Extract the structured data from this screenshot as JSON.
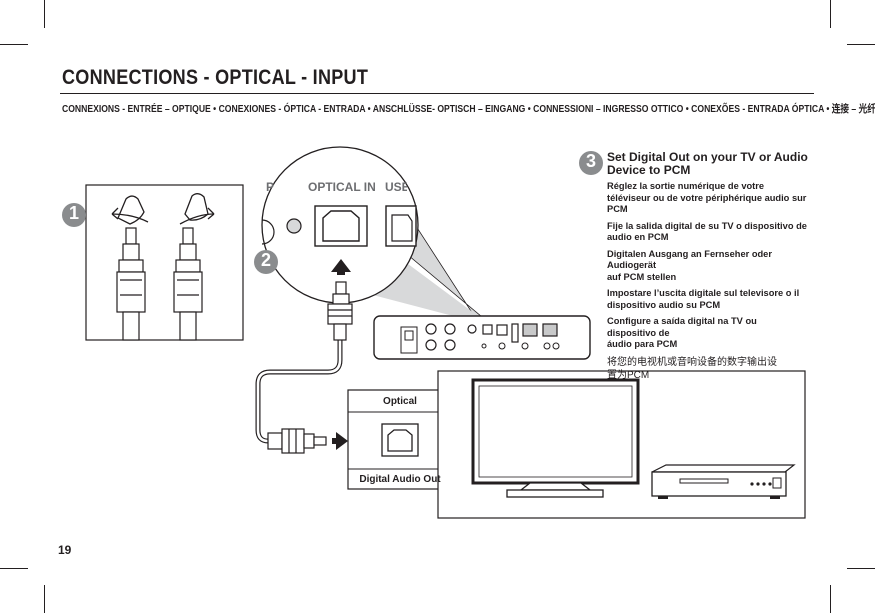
{
  "page": {
    "title": "CONNECTIONS - OPTICAL - INPUT",
    "subtitle": "CONNEXIONS - ENTRÉE – OPTIQUE • CONEXIONES - ÓPTICA - ENTRADA • ANSCHLÜSSE- OPTISCH – EINGANG • CONNESSIONI – INGRESSO OTTICO • CONEXÕES - ENTRADA ÓPTICA • 连接 – 光纤 – 输入",
    "page_number": "19"
  },
  "diagram": {
    "step_badges": [
      "1",
      "2",
      "3"
    ],
    "port_labels": {
      "left_partial": "P",
      "optical_in": "OPTICAL IN",
      "usb_partial": "USE"
    },
    "source_port": {
      "top_label": "Optical",
      "bottom_label": "Digital Audio Out"
    }
  },
  "step3": {
    "heading": "Set Digital Out on your TV or Audio Device to PCM",
    "lines": [
      "Réglez la sortie numérique de votre téléviseur ou de votre périphérique audio sur PCM",
      "Fije la salida digital de su TV o dispositivo de\naudio en PCM",
      "Digitalen Ausgang an Fernseher oder Audiogerät\nauf PCM stellen",
      "Impostare l’uscita digitale sul televisore o il\ndispositivo audio su PCM",
      "Configure a saída digital na TV ou dispositivo de\náudio para PCM",
      "将您的电视机或音响设备的数字输出设\n置为PCM"
    ]
  },
  "colors": {
    "ink": "#231f20",
    "badge_fill": "#8a8c8e",
    "zoom_fill": "#d8d9da"
  }
}
